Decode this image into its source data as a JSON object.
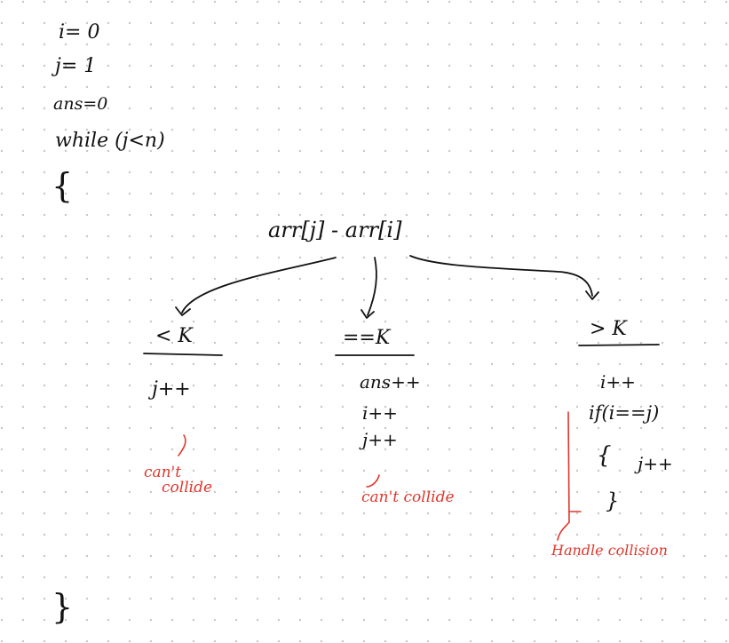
{
  "code": {
    "init_i": "i= 0",
    "init_j": "j= 1",
    "init_ans": "ans=0",
    "while": "while (j<n)",
    "open_brace": "{",
    "close_brace": "}"
  },
  "root": {
    "expr": "arr[j] - arr[i]"
  },
  "branches": [
    {
      "condition": "< K",
      "actions": [
        "j++"
      ],
      "note": [
        "can't",
        "collide"
      ]
    },
    {
      "condition": "==K",
      "actions": [
        "ans++",
        "i++",
        "j++"
      ],
      "note": [
        "can't collide"
      ]
    },
    {
      "condition": "> K",
      "actions": [
        "i++",
        "if(i==j)",
        "{",
        "j++",
        "}"
      ],
      "note": [
        "Handle collision"
      ]
    }
  ],
  "colors": {
    "ink": "#111111",
    "annotation": "#e0362c",
    "grid_dot": "#c9c9c9"
  }
}
